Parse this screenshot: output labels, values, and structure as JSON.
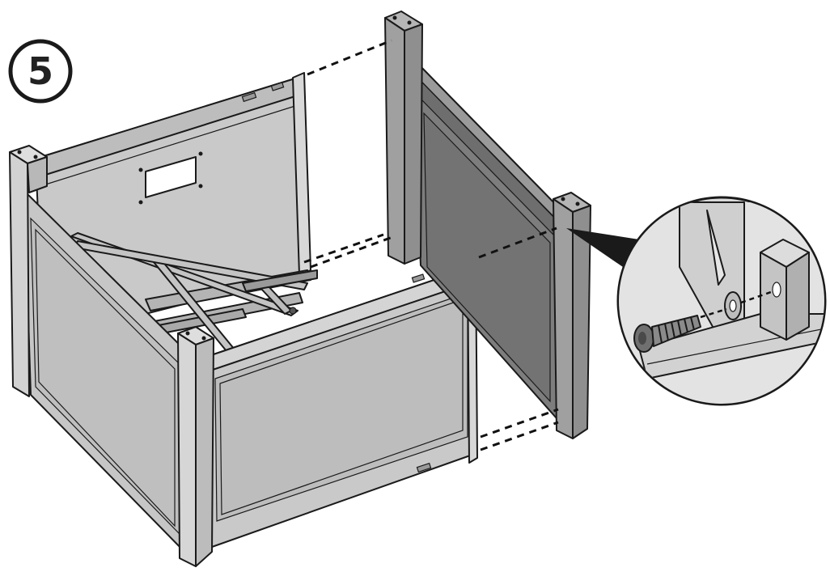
{
  "step": {
    "number": "5"
  },
  "colors": {
    "outline": "#1a1a1a",
    "panel_light": "#c9c9c9",
    "panel_mid": "#a9a9a9",
    "panel_dark": "#7d7d7d",
    "post_light": "#d2d2d2",
    "post_dark": "#8f8f8f",
    "background": "#ffffff"
  },
  "parts": {
    "detail_callout": "screw-and-washer-detail",
    "fastener": "button-head-screw",
    "washer": "flat-washer"
  }
}
